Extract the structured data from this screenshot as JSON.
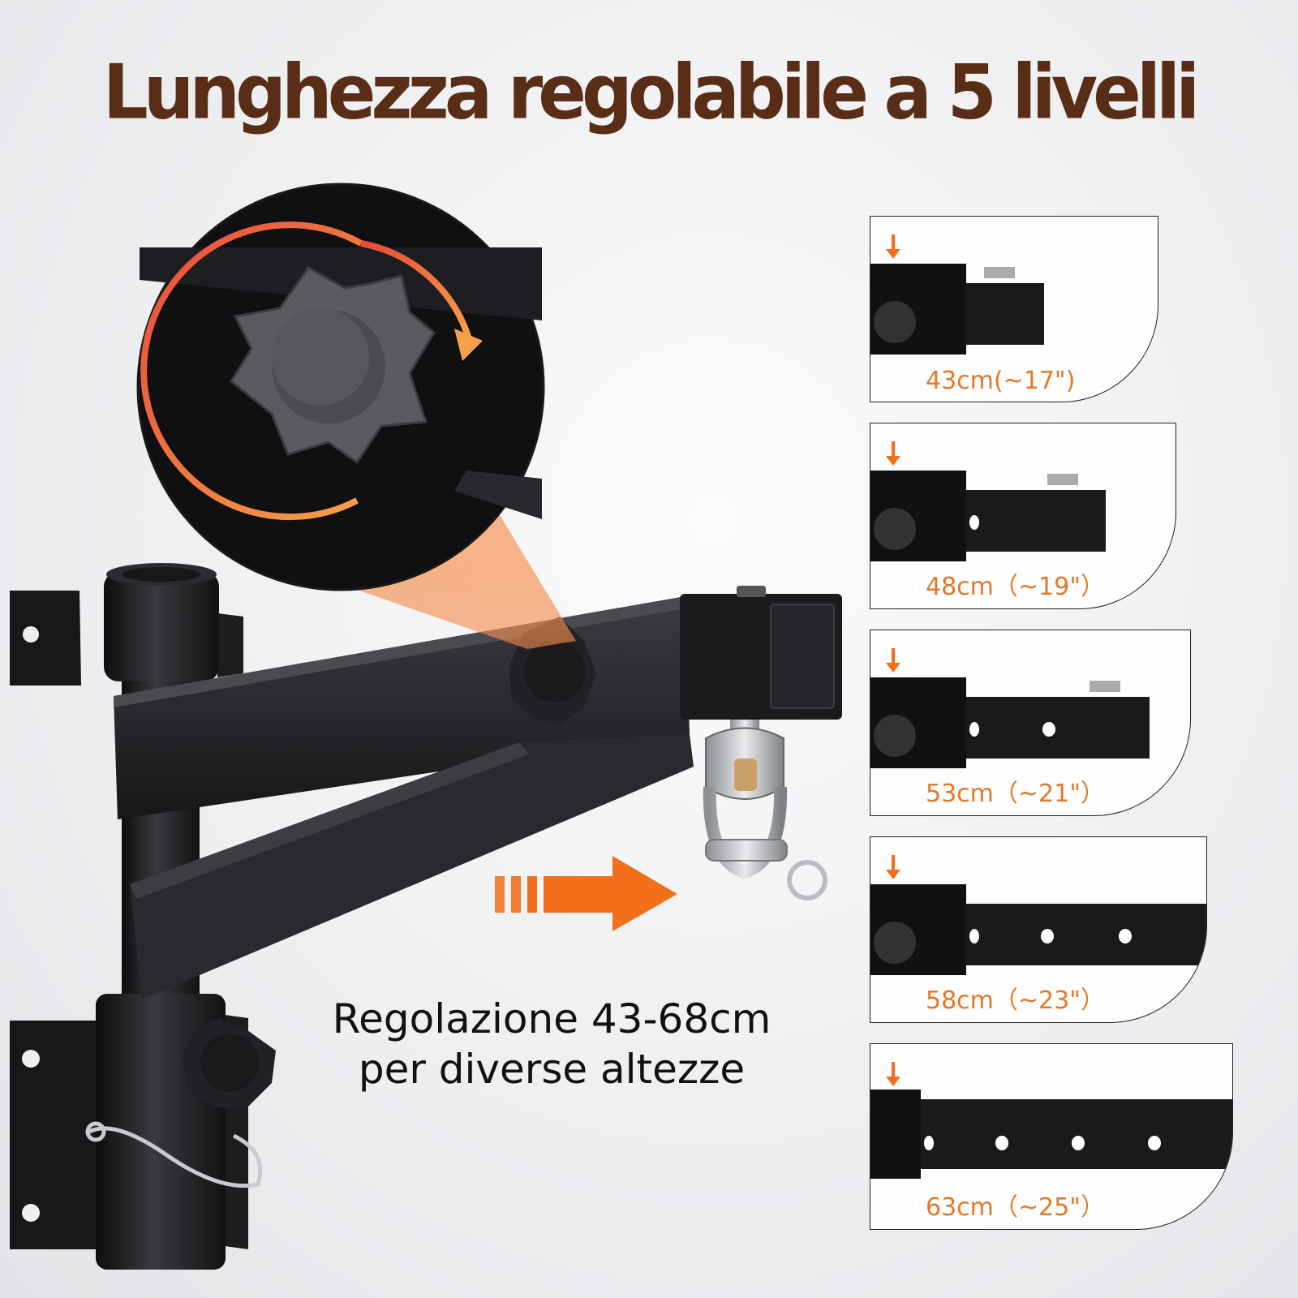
{
  "title": "Lunghezza regolabile a 5 livelli",
  "caption": {
    "line1": "Regolazione 43-68cm",
    "line2": "per diverse altezze"
  },
  "levels": [
    {
      "label": "43cm(~17\")"
    },
    {
      "label": "48cm（~19\"）"
    },
    {
      "label": "53cm（~21\"）"
    },
    {
      "label": "58cm（~23\"）"
    },
    {
      "label": "63cm（~25\"）"
    }
  ],
  "colors": {
    "title": "#5a2d17",
    "accent": "#f26f1c",
    "label": "#e07a28",
    "metal": "#1e1e20"
  }
}
